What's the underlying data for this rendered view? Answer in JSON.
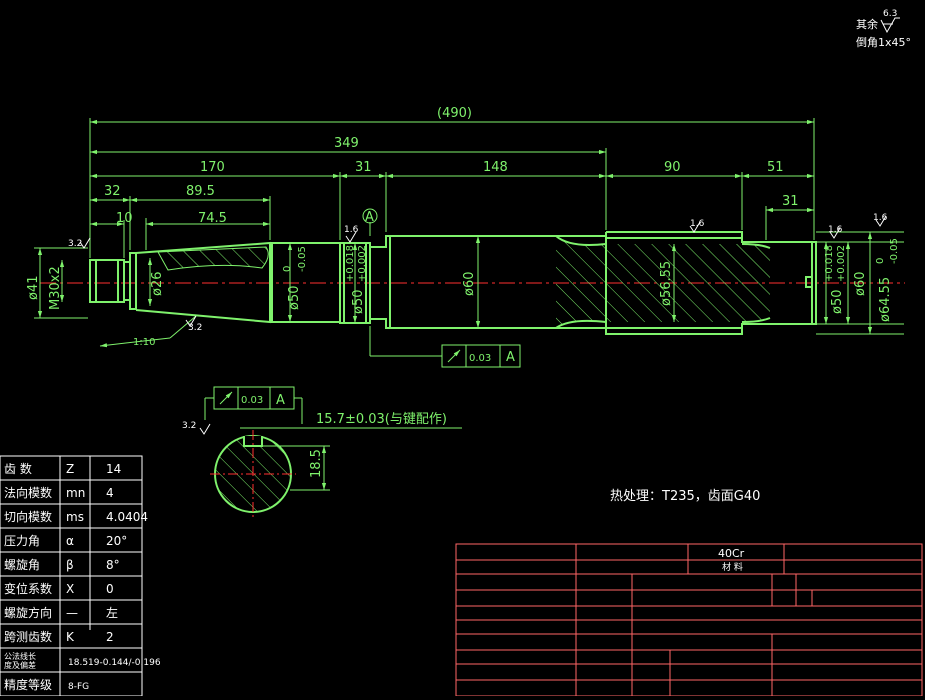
{
  "notes": {
    "other_label": "其余",
    "other_roughness": "6.3",
    "chamfer": "倒角1x45°",
    "heat_treatment": "热处理：T235，齿面G40"
  },
  "dimensions": {
    "d490": "(490)",
    "d349": "349",
    "d170": "170",
    "d31a": "31",
    "d148": "148",
    "d90": "90",
    "d51": "51",
    "d32": "32",
    "d89_5": "89.5",
    "d31b": "31",
    "d10": "10",
    "d74_5": "74.5",
    "d41": "ø41",
    "m30": "M30x2",
    "d26": "ø26",
    "d50a": "ø50",
    "d50a_tol_up": "0",
    "d50a_tol_dn": "-0.05",
    "d50b": "ø50",
    "d50b_tol_up": "+0.018",
    "d50b_tol_dn": "+0.002",
    "d60a": "ø60",
    "d56_55": "ø56.55",
    "d50c": "ø50",
    "d50c_tol_up": "+0.018",
    "d50c_tol_dn": "+0.002",
    "d60b": "ø60",
    "d64_55": "ø64.55",
    "d64_tol_up": "0",
    "d64_tol_dn": "-0.05",
    "taper": "1:10",
    "keyway": "15.7±0.03(与键配作)",
    "key_depth": "18.5",
    "datum": "A",
    "runout": "0.03",
    "r32a": "3.2",
    "r32b": "3.2",
    "r32c": "3.2",
    "r16a": "1.6",
    "r16b": "1.6",
    "r16c": "1.6",
    "r16d": "1.6"
  },
  "gear_table": [
    {
      "name": "齿 数",
      "symbol": "Z",
      "value": "14"
    },
    {
      "name": "法向模数",
      "symbol": "mn",
      "value": "4"
    },
    {
      "name": "切向模数",
      "symbol": "ms",
      "value": "4.0404"
    },
    {
      "name": "压力角",
      "symbol": "α",
      "value": "20°"
    },
    {
      "name": "螺旋角",
      "symbol": "β",
      "value": "8°"
    },
    {
      "name": "变位系数",
      "symbol": "X",
      "value": "0"
    },
    {
      "name": "螺旋方向",
      "symbol": "—",
      "value": "左"
    },
    {
      "name": "跨测齿数",
      "symbol": "K",
      "value": "2"
    },
    {
      "name": "公法线长\n度及偏差",
      "symbol": "",
      "value": "18.519-0.144/-0.196"
    },
    {
      "name": "精度等级",
      "symbol": "",
      "value": "8-FG"
    }
  ],
  "title_block": {
    "material": "40Cr",
    "material_label": "材  料"
  },
  "colors": {
    "outline": "#7ff26c",
    "center_line": "#ff3030",
    "title_block": "#ff6666",
    "table": "#ffffff"
  }
}
